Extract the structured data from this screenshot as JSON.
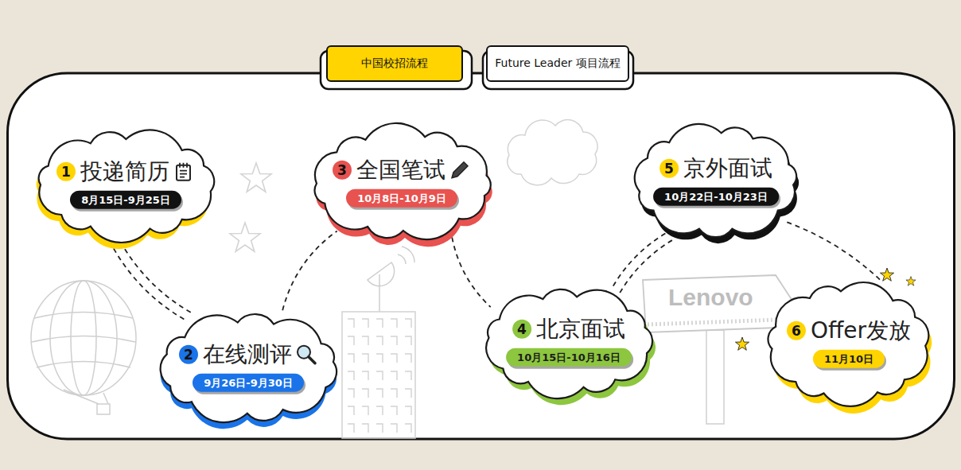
{
  "diagram": {
    "nodes": [
      {
        "text": [
          "中国校招流程"
        ]
      },
      {
        "text": [
          "Future Leader 项目流程"
        ]
      },
      {
        "text": [
          "1",
          "投递简历"
        ]
      },
      {
        "text": [
          "8月15日-9月25日"
        ],
        "in": 2
      },
      {
        "text": [
          "2",
          "在线测评"
        ]
      },
      {
        "text": [
          "9月26日-9月30日"
        ],
        "in": 4
      },
      {
        "text": [
          "3",
          "全国笔试"
        ]
      },
      {
        "text": [
          "10月8日-10月9日"
        ],
        "in": 6
      },
      {
        "text": [
          "4",
          "北京面试"
        ]
      },
      {
        "text": [
          "10月15日-10月16日"
        ],
        "in": 8
      },
      {
        "text": [
          "5",
          "京外面试"
        ]
      },
      {
        "text": [
          "10月22日-10月23日"
        ],
        "in": 10
      },
      {
        "text": [
          "6",
          "Offer发放"
        ]
      },
      {
        "text": [
          "11月10日"
        ],
        "in": 12
      }
    ],
    "edges": [
      {
        "from": 2,
        "to": 4,
        "arrow": "none"
      },
      {
        "from": 4,
        "to": 6,
        "arrow": "none"
      },
      {
        "from": 6,
        "to": 8,
        "arrow": "none"
      },
      {
        "from": 8,
        "to": 10,
        "arrow": "none"
      },
      {
        "from": 10,
        "to": 12,
        "arrow": "none"
      }
    ],
    "labels": [
      "Lenovo"
    ]
  }
}
